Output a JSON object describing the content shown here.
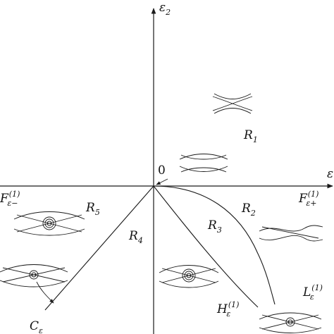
{
  "axes": {
    "vertical_label": "ε",
    "vertical_sub": "2",
    "horizontal_label": "ε",
    "origin_label": "0"
  },
  "regions": [
    {
      "id": "R1",
      "main": "R",
      "sub": "1"
    },
    {
      "id": "R2",
      "main": "R",
      "sub": "2"
    },
    {
      "id": "R3",
      "main": "R",
      "sub": "3"
    },
    {
      "id": "R4",
      "main": "R",
      "sub": "4"
    },
    {
      "id": "R5",
      "main": "R",
      "sub": "5"
    }
  ],
  "curves": {
    "F_minus": {
      "main": "F",
      "sup": "(1)",
      "sub": "ε−"
    },
    "F_plus": {
      "main": "F",
      "sup": "(1)",
      "sub": "ε+"
    },
    "H": {
      "main": "H",
      "sup": "(1)",
      "sub": "ε"
    },
    "L": {
      "main": "L",
      "sup": "(1)",
      "sub": "ε"
    },
    "C": {
      "main": "C",
      "sub": "ε"
    }
  },
  "colors": {
    "ink": "#1a1a1a",
    "background": "#ffffff"
  }
}
